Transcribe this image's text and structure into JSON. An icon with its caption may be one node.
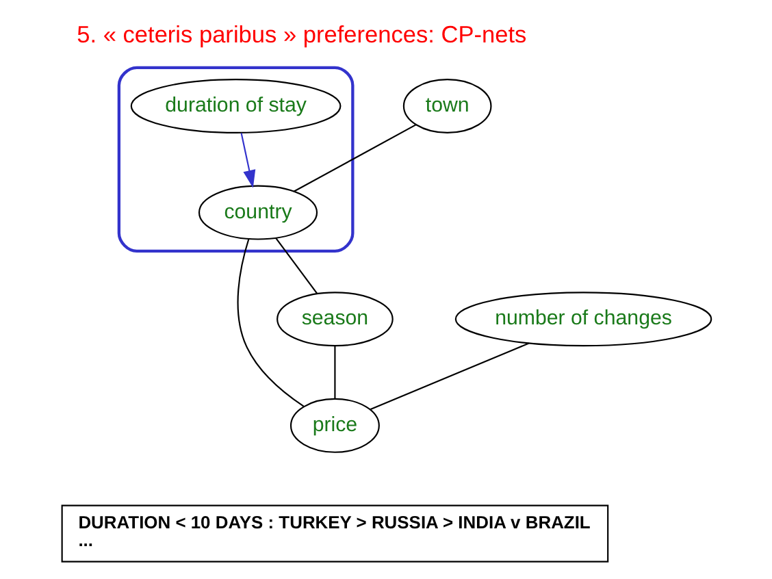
{
  "diagram": {
    "title": "5. « ceteris paribus » preferences: CP-nets",
    "nodes": [
      {
        "text": [],
        "shape": "ellipse"
      },
      {
        "text": [
          "duration of stay"
        ],
        "in": 0
      },
      {
        "text": [
          "town"
        ]
      },
      {
        "text": [
          "number of changes"
        ]
      },
      {
        "text": [
          "country"
        ],
        "in": 0
      },
      {
        "text": [
          "price"
        ]
      },
      {
        "text": [
          "season"
        ]
      },
      {
        "text": [
          "DURATION < 10 DAYS : TURKEY > RUSSIA > INDIA v BRAZIL",
          "..."
        ]
      }
    ],
    "edges": [
      {
        "from": 1,
        "to": 4,
        "arrow": "to",
        "color": "#3333cc"
      },
      {
        "from": 2,
        "to": 4,
        "arrow": "none"
      },
      {
        "from": 4,
        "to": 5,
        "arrow": "none"
      },
      {
        "from": 4,
        "to": 6,
        "arrow": "none"
      },
      {
        "from": 6,
        "to": 5,
        "arrow": "none"
      },
      {
        "from": 3,
        "to": 5,
        "arrow": "none"
      }
    ]
  }
}
